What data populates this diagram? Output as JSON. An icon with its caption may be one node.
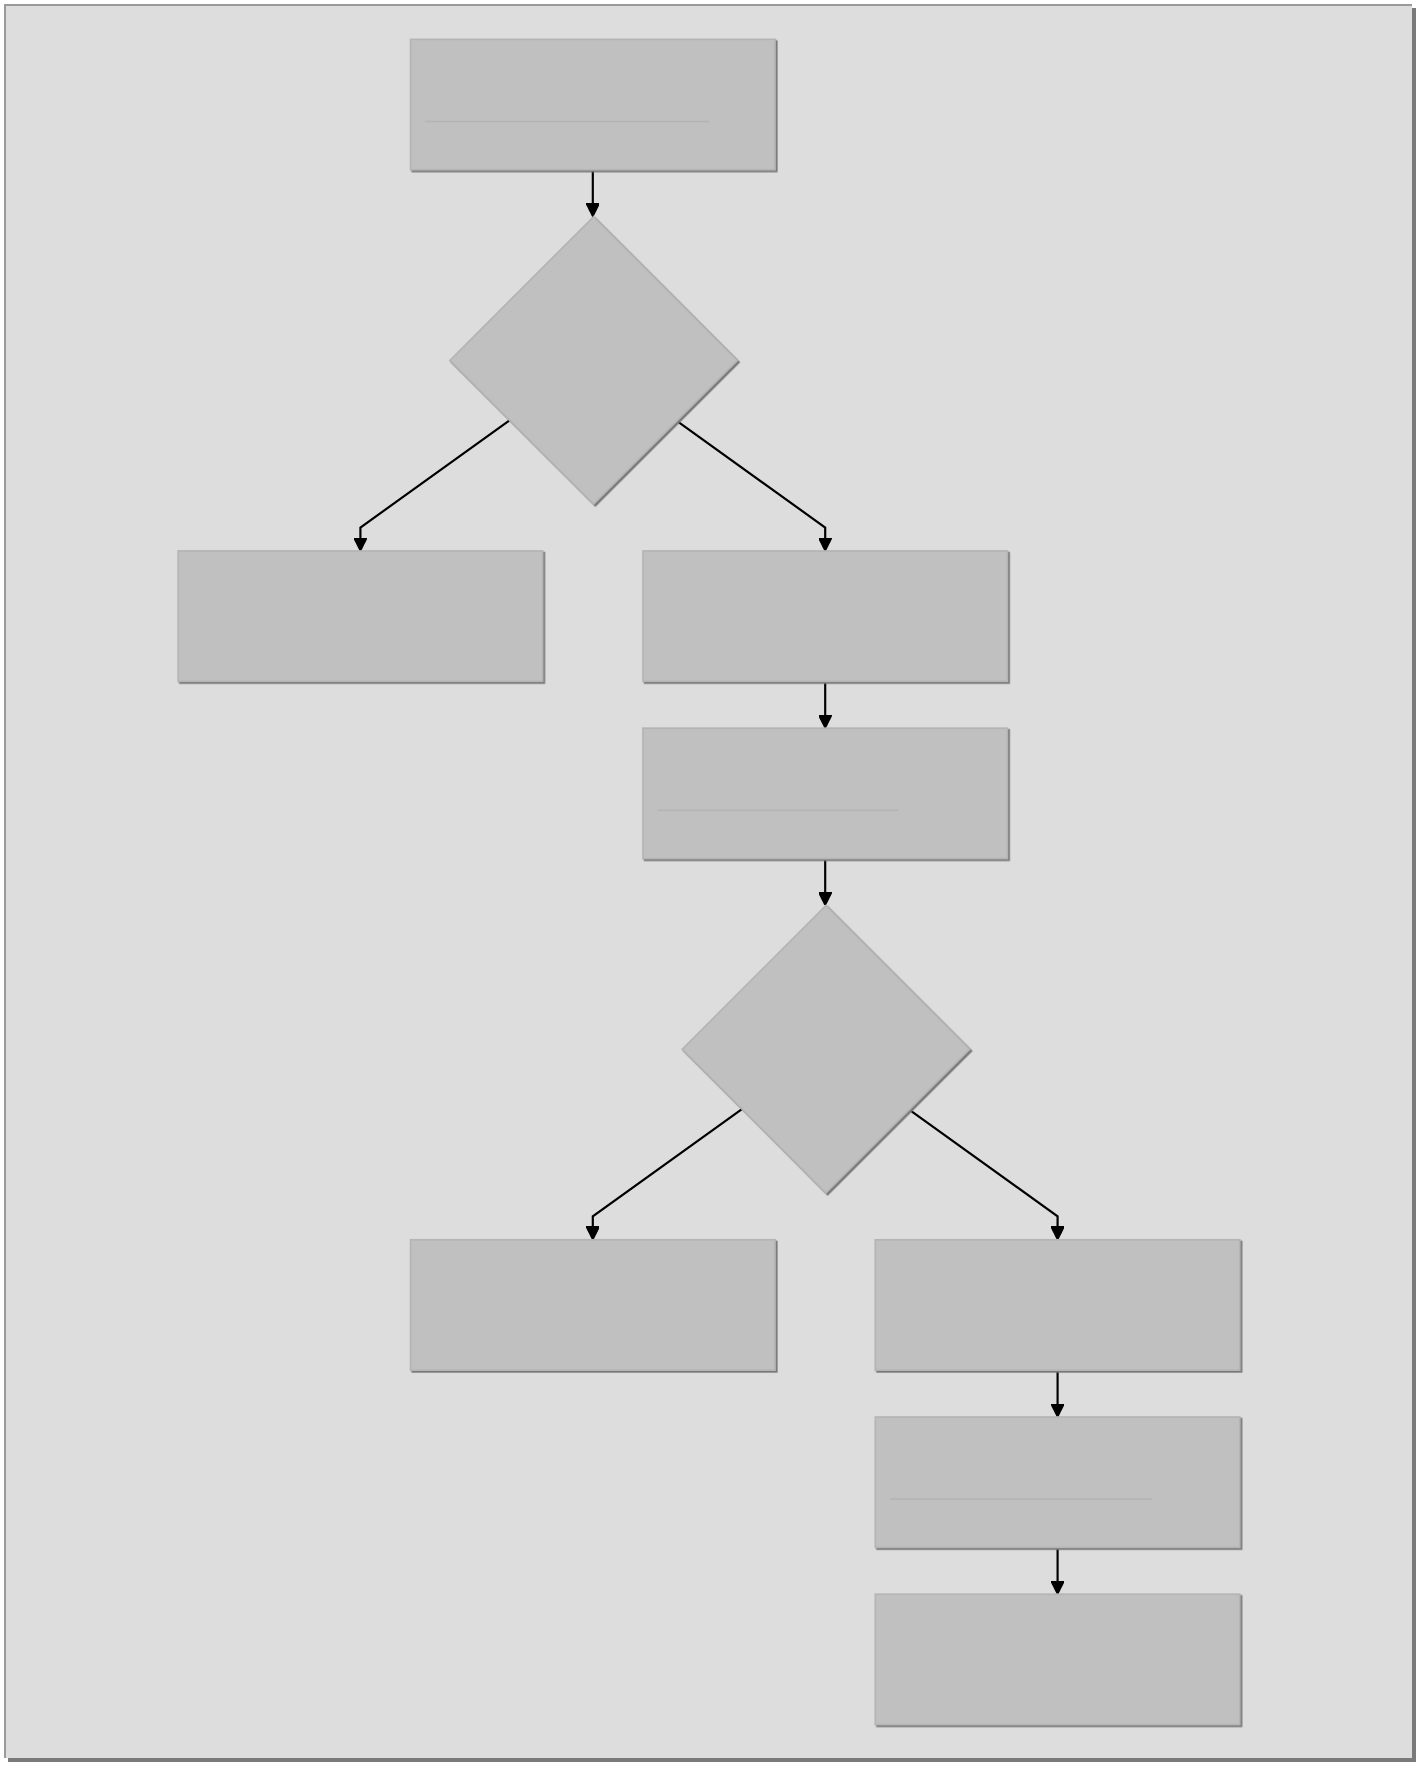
{
  "diagram": {
    "nodes": [
      {
        "text": [],
        "shape": "box"
      },
      {
        "text": [],
        "shape": "diamond"
      },
      {
        "text": [],
        "shape": "box"
      },
      {
        "text": [],
        "shape": "box"
      },
      {
        "text": [],
        "shape": "box"
      },
      {
        "text": [],
        "shape": "diamond"
      },
      {
        "text": [],
        "shape": "box"
      },
      {
        "text": [],
        "shape": "box"
      },
      {
        "text": [],
        "shape": "box"
      },
      {
        "text": [],
        "shape": "box"
      }
    ],
    "edges": [
      {
        "from": 0,
        "to": 1,
        "arrow": "to"
      },
      {
        "from": 1,
        "to": 4,
        "arrow": "to"
      },
      {
        "from": 1,
        "to": 2,
        "arrow": "to"
      },
      {
        "from": 2,
        "to": 3,
        "arrow": "to"
      },
      {
        "from": 3,
        "to": 5,
        "arrow": "to"
      },
      {
        "from": 5,
        "to": 8,
        "arrow": "to"
      },
      {
        "from": 5,
        "to": 6,
        "arrow": "to"
      },
      {
        "from": 6,
        "to": 7,
        "arrow": "to"
      },
      {
        "from": 7,
        "to": 9,
        "arrow": "to"
      }
    ]
  }
}
